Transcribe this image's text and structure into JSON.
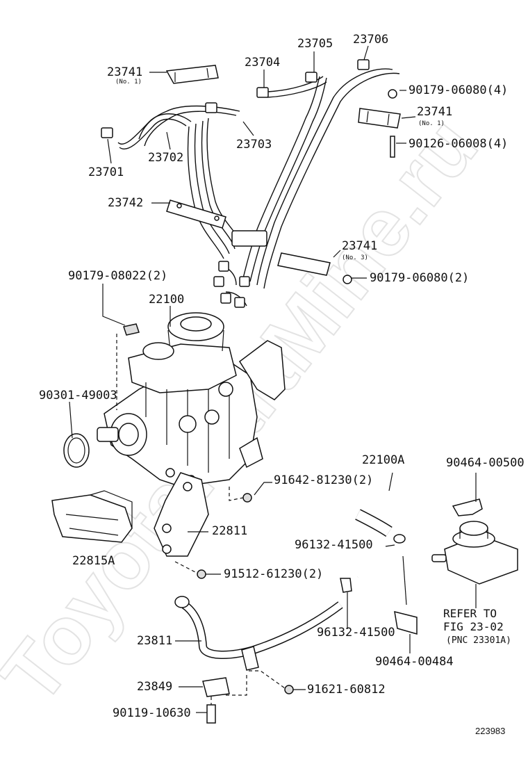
{
  "watermark": "ToyotaPartMine.ru",
  "figure_number": "223983",
  "labels": {
    "p23741_top": "23741",
    "p23741_top_sub": "(No. 1)",
    "p23704": "23704",
    "p23705": "23705",
    "p23706": "23706",
    "p90179_06080_4": "90179-06080(4)",
    "p23741_right": "23741",
    "p23741_right_sub": "(No. 1)",
    "p90126_06008_4": "90126-06008(4)",
    "p23703": "23703",
    "p23702": "23702",
    "p23701": "23701",
    "p23742": "23742",
    "p23741_mid": "23741",
    "p23741_mid_sub": "(No. 3)",
    "p90179_06080_2": "90179-06080(2)",
    "p90179_08022_2": "90179-08022(2)",
    "p22100": "22100",
    "p90301_49003": "90301-49003",
    "p22100A": "22100A",
    "p90464_00500": "90464-00500",
    "p91642_81230_2": "91642-81230(2)",
    "p22811": "22811",
    "p22815A": "22815A",
    "p96132_41500_a": "96132-41500",
    "p91512_61230_2": "91512-61230(2)",
    "refer_line1": "REFER TO",
    "refer_line2": "FIG 23-02",
    "refer_line3": "(PNC 23301A)",
    "p23811": "23811",
    "p96132_41500_b": "96132-41500",
    "p90464_00484": "90464-00484",
    "p23849": "23849",
    "p91621_60812": "91621-60812",
    "p90119_10630": "90119-10630"
  }
}
